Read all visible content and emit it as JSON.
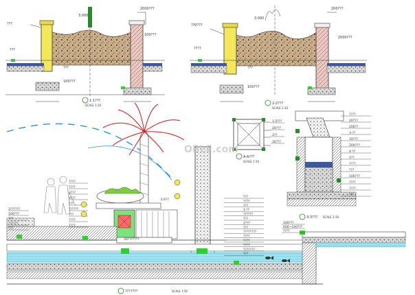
{
  "watermark": "OBLE.com",
  "labels": {
    "top_left_grade": "3.000",
    "top_left_callout": "2000???",
    "top_left_side": "100???",
    "top_left_low": "???",
    "top_left_base": "100???",
    "top_left_mid": "???",
    "top_left_right": "???",
    "top_right_grade": "3.000",
    "top_right_callout": "200???",
    "top_right_side": "2000???",
    "top_right_left": "??0???",
    "top_right_low": "????",
    "top_right_base": "100???",
    "top_right_mid": "???"
  },
  "section_titles": {
    "sec1": "1-1???",
    "sec1_scale": "SCALE 1:10",
    "sec2": "2-2???",
    "sec2_scale": "SCALE 1:10",
    "sec3": "A-A???",
    "sec3_scale": "SCALE 1:10",
    "sec4": "3-3???",
    "sec4_scale": "SCALE 1:10",
    "sec5": "???????",
    "sec5_scale": "SCALE 1:50"
  },
  "main_callouts": [
    "????",
    "????",
    "3???",
    "4???",
    "???",
    "??????",
    "???",
    "????",
    "????"
  ],
  "main_callouts_left": [
    "3??????",
    "100???",
    "???",
    "??????",
    "???"
  ],
  "right_elev_callouts": [
    "???",
    "????",
    "???",
    "1:??",
    "??????",
    "???",
    "2???",
    "???",
    "????????",
    "????",
    "????",
    "????",
    "???????",
    "???"
  ],
  "right_detail_callouts": [
    "????",
    "20???",
    "200??",
    "3-??",
    "10???",
    "200???",
    "4-??",
    "1??",
    "????",
    "???",
    "100???",
    "????",
    "????",
    "???"
  ],
  "plan_callouts": [
    "1.0???",
    "20???",
    "3??",
    "30???"
  ],
  "bottom_right_callouts": [
    "100???",
    "400~100???",
    "????"
  ],
  "water_note": "30???????",
  "elev_tag": "2.6??"
}
